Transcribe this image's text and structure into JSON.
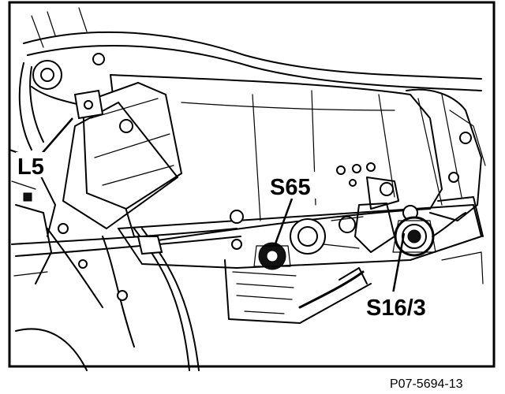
{
  "figure": {
    "callouts": {
      "l5": "L5",
      "s65": "S65",
      "s16_3": "S16/3"
    },
    "figure_code": "P07-5694-13"
  }
}
